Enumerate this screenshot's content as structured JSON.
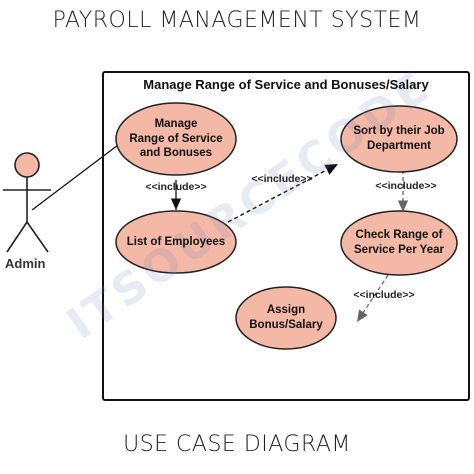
{
  "title": "PAYROLL MANAGEMENT SYSTEM",
  "footer": "USE CASE DIAGRAM",
  "system_boundary": {
    "label": "Manage Range of Service and Bonuses/Salary"
  },
  "actor": {
    "name": "Admin"
  },
  "use_cases": {
    "manage_range": "Manage\nRange of Service\nand Bonuses",
    "sort_by_department": "Sort by their Job\nDepartment",
    "list_of_employees": "List of Employees",
    "check_range": "Check Range of\nService Per Year",
    "assign_bonus": "Assign\nBonus/Salary"
  },
  "relations": {
    "include_1": "<<include>>",
    "include_2": "<<include>>",
    "include_3": "<<include>>",
    "include_4": "<<include>>"
  },
  "watermark": {
    "text": "ITSOURCECODE"
  },
  "colors": {
    "use_case_fill": "#f4b8a6",
    "use_case_stroke": "#222222",
    "line": "#111111"
  }
}
